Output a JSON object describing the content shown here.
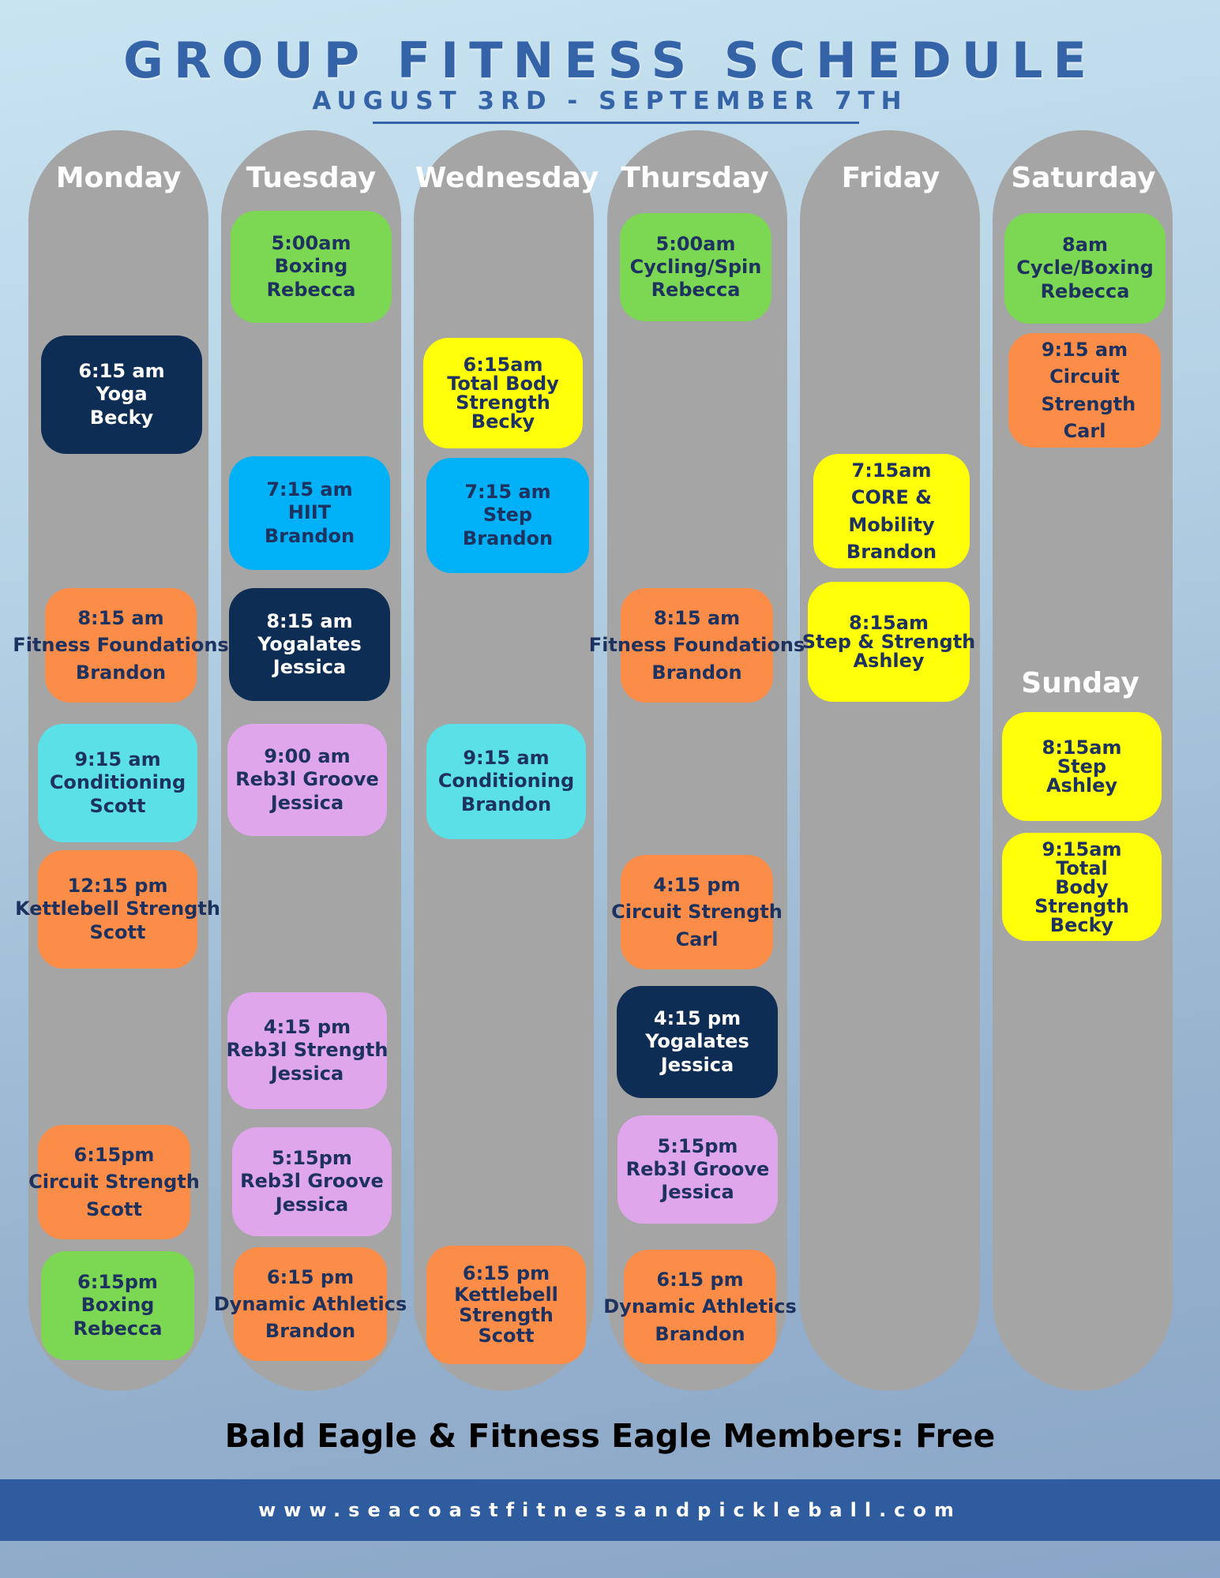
{
  "header": {
    "title": "GROUP FITNESS SCHEDULE",
    "dates": "AUGUST 3RD - SEPTEMBER 7TH"
  },
  "days": {
    "monday": "Monday",
    "tuesday": "Tuesday",
    "wednesday": "Wednesday",
    "thursday": "Thursday",
    "friday": "Friday",
    "saturday": "Saturday",
    "sunday": "Sunday"
  },
  "classes": {
    "monday": [
      {
        "time": "6:15 am",
        "name": "Yoga",
        "instructor": "Becky",
        "color": "#0d2d55"
      },
      {
        "time": "8:15 am",
        "name": "Fitness Foundations",
        "instructor": "Brandon",
        "color": "#fb8d48"
      },
      {
        "time": "9:15 am",
        "name": "Conditioning",
        "instructor": "Scott",
        "color": "#5be0e7"
      },
      {
        "time": "12:15 pm",
        "name": "Kettlebell Strength",
        "instructor": "Scott",
        "color": "#fb8d48"
      },
      {
        "time": "6:15pm",
        "name": "Circuit Strength",
        "instructor": "Scott",
        "color": "#fb8d48"
      },
      {
        "time": "6:15pm",
        "name": "Boxing",
        "instructor": "Rebecca",
        "color": "#7cd752"
      }
    ],
    "tuesday": [
      {
        "time": "5:00am",
        "name": "Boxing",
        "instructor": "Rebecca",
        "color": "#7cd752"
      },
      {
        "time": "7:15 am",
        "name": "HIIT",
        "instructor": "Brandon",
        "color": "#00b1f7"
      },
      {
        "time": "8:15 am",
        "name": "Yogalates",
        "instructor": "Jessica",
        "color": "#0d2d55"
      },
      {
        "time": "9:00 am",
        "name": "Reb3l Groove",
        "instructor": "Jessica",
        "color": "#e0a6ec"
      },
      {
        "time": "4:15 pm",
        "name": "Reb3l Strength",
        "instructor": "Jessica",
        "color": "#e0a6ec"
      },
      {
        "time": "5:15pm",
        "name": "Reb3l Groove",
        "instructor": "Jessica",
        "color": "#e0a6ec"
      },
      {
        "time": "6:15 pm",
        "name": "Dynamic Athletics",
        "instructor": "Brandon",
        "color": "#fb8d48"
      }
    ],
    "wednesday": [
      {
        "time": "6:15am",
        "name": "Total Body Strength",
        "instructor": "Becky",
        "color": "#ffff0a"
      },
      {
        "time": "7:15 am",
        "name": "Step",
        "instructor": "Brandon",
        "color": "#00b1f7"
      },
      {
        "time": "9:15 am",
        "name": "Conditioning",
        "instructor": "Brandon",
        "color": "#5be0e7"
      },
      {
        "time": "6:15 pm",
        "name": "Kettlebell Strength",
        "instructor": "Scott",
        "color": "#fb8d48"
      }
    ],
    "thursday": [
      {
        "time": "5:00am",
        "name": "Cycling/Spin",
        "instructor": "Rebecca",
        "color": "#7cd752"
      },
      {
        "time": "8:15 am",
        "name": "Fitness Foundations",
        "instructor": "Brandon",
        "color": "#fb8d48"
      },
      {
        "time": "4:15 pm",
        "name": "Circuit Strength",
        "instructor": "Carl",
        "color": "#fb8d48"
      },
      {
        "time": "4:15 pm",
        "name": "Yogalates",
        "instructor": "Jessica",
        "color": "#0d2d55"
      },
      {
        "time": "5:15pm",
        "name": "Reb3l Groove",
        "instructor": "Jessica",
        "color": "#e0a6ec"
      },
      {
        "time": "6:15 pm",
        "name": "Dynamic Athletics",
        "instructor": "Brandon",
        "color": "#fb8d48"
      }
    ],
    "friday": [
      {
        "time": "7:15am",
        "name": "CORE & Mobility",
        "instructor": "Brandon",
        "color": "#ffff0a"
      },
      {
        "time": "8:15am",
        "name": "Step & Strength",
        "instructor": "Ashley",
        "color": "#ffff0a"
      }
    ],
    "saturday": [
      {
        "time": "8am",
        "name": "Cycle/Boxing",
        "instructor": "Rebecca",
        "color": "#7cd752"
      },
      {
        "time": "9:15 am",
        "name": "Circuit Strength",
        "instructor": "Carl",
        "color": "#fb8d48"
      }
    ],
    "sunday": [
      {
        "time": "8:15am",
        "name": "Step",
        "instructor": "Ashley",
        "color": "#ffff0a"
      },
      {
        "time": "9:15am",
        "name": "Total Body Strength",
        "instructor": "Becky",
        "color": "#ffff0a"
      }
    ]
  },
  "footer": {
    "note": "Bald Eagle & Fitness Eagle Members: Free",
    "url": "www.seacoastfitnessandpickleball.com"
  }
}
